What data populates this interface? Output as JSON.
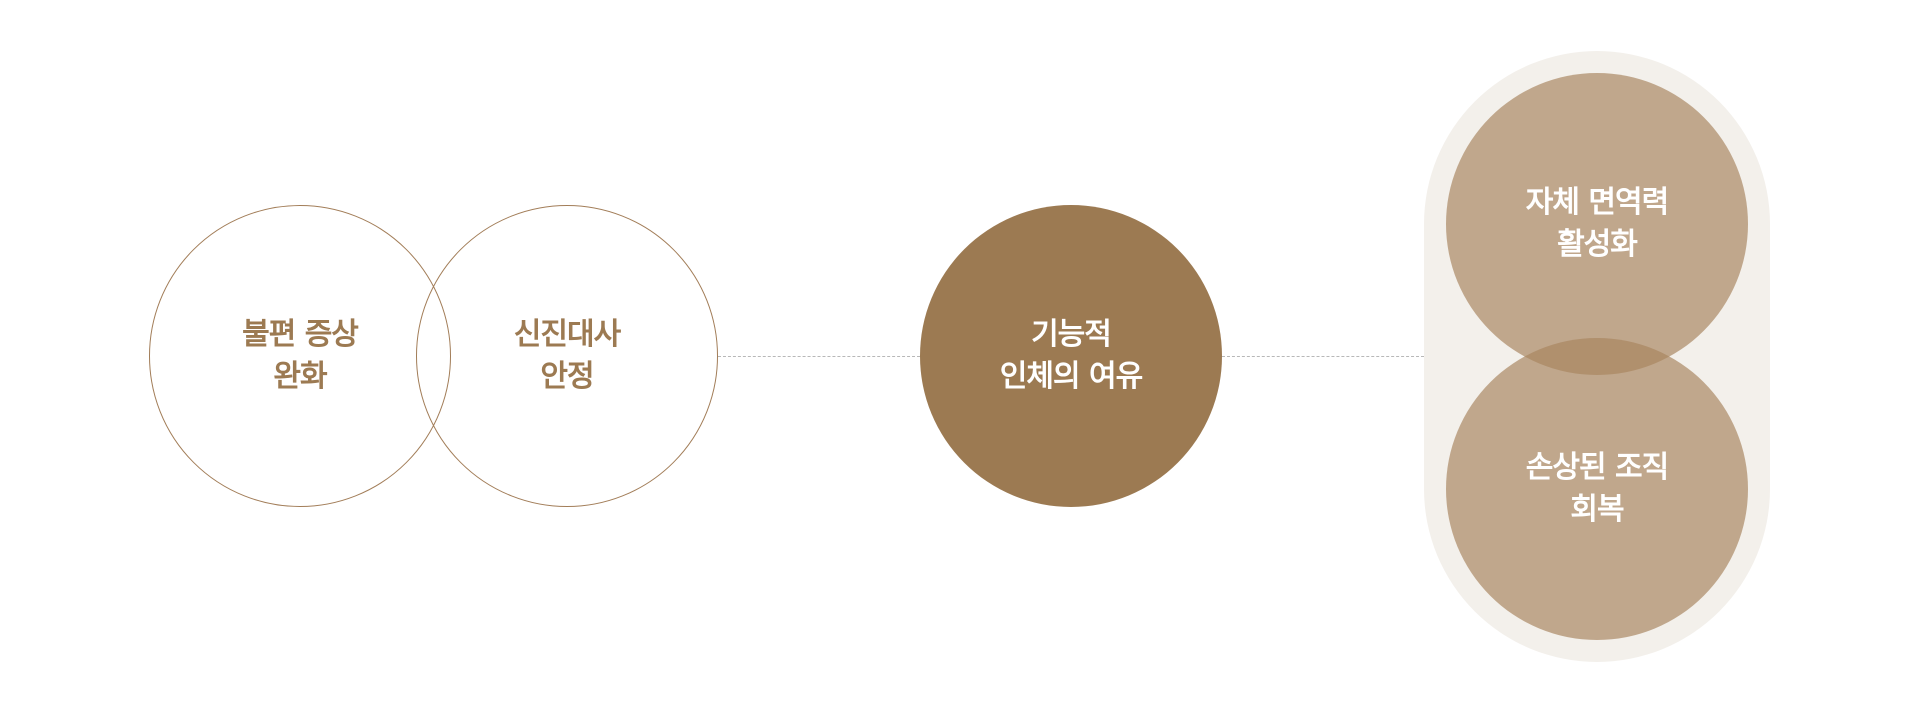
{
  "diagram": {
    "left_group": [
      {
        "label": "불편 증상\n완화"
      },
      {
        "label": "신진대사\n안정"
      }
    ],
    "center": {
      "label": "기능적\n인체의 여유"
    },
    "right_group": [
      {
        "label": "자체 면역력\n활성화"
      },
      {
        "label": "손상된 조직\n회복"
      }
    ],
    "colors": {
      "accent_brown": "#9c7a52",
      "outline_brown": "#a27d58",
      "light_brown": "#c2a890",
      "pill_bg": "#f3f0eb",
      "connector": "#b8b8b8"
    }
  }
}
